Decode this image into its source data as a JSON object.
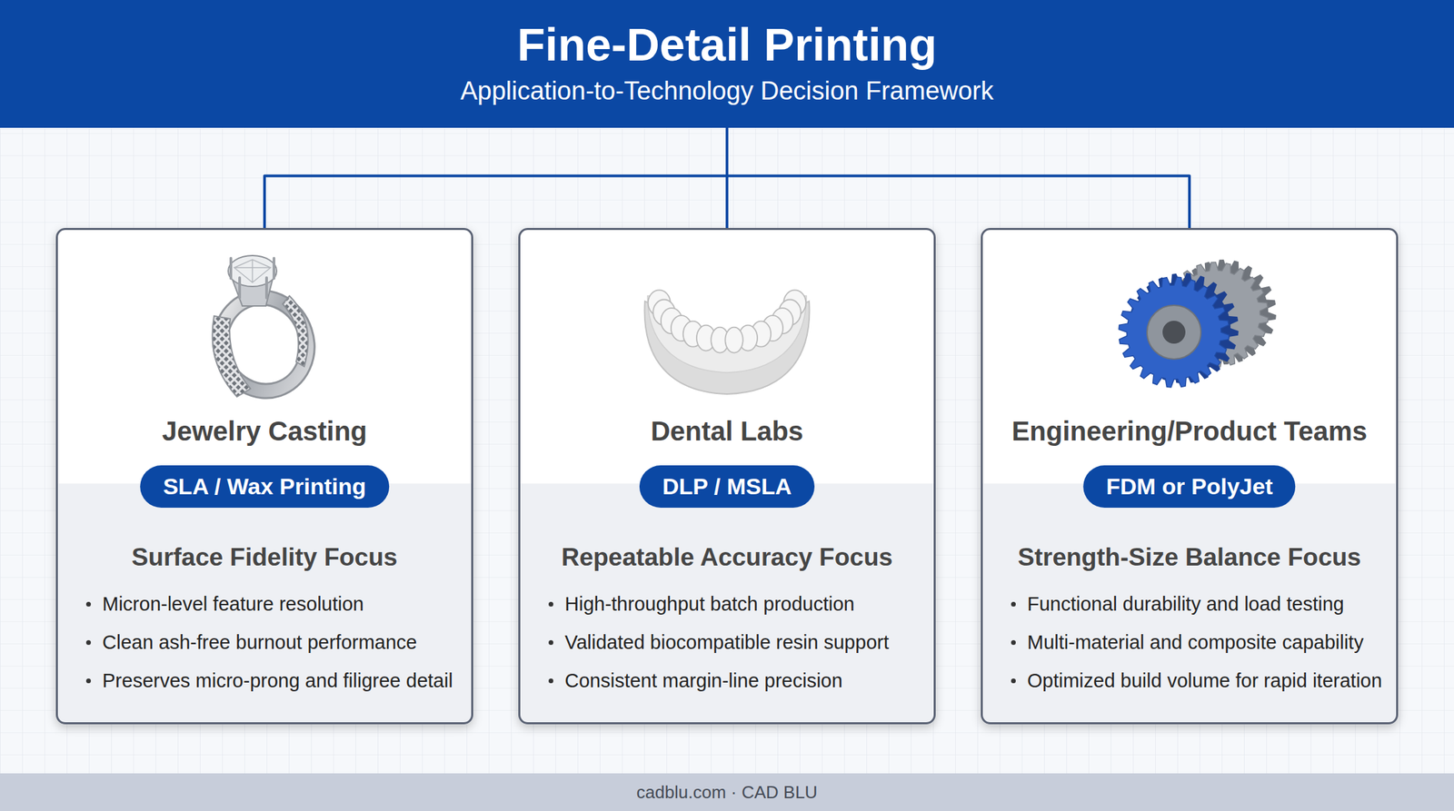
{
  "diagram": {
    "nodes": [
      {
        "text": [
          "Fine-Detail Printing",
          "Application-to-Technology Decision Framework"
        ]
      },
      {
        "text": [
          "Jewelry Casting",
          "Surface Fidelity Focus",
          "Micron-level feature resolution",
          "Clean ash-free burnout performance",
          "Preserves micro-prong and filigree detail"
        ]
      },
      {
        "text": [
          "SLA / Wax Printing"
        ],
        "in": 1
      },
      {
        "text": [
          "Dental Labs",
          "Repeatable Accuracy Focus",
          "High-throughput batch production",
          "Validated biocompatible resin support",
          "Consistent margin-line precision"
        ]
      },
      {
        "text": [
          "DLP / MSLA"
        ],
        "in": 3
      },
      {
        "text": [
          "Engineering/Product Teams",
          "Strength-Size Balance Focus",
          "Functional durability and load testing",
          "Multi-material and composite capability",
          "Optimized build volume for rapid iteration"
        ]
      },
      {
        "text": [
          "FDM or PolyJet"
        ],
        "in": 5
      },
      {
        "text": [
          "cadblu.com · CAD BLU"
        ]
      }
    ],
    "edges": [
      {
        "from": 0,
        "to": 1,
        "arrow": "none"
      },
      {
        "from": 0,
        "to": 3,
        "arrow": "none"
      },
      {
        "from": 0,
        "to": 5,
        "arrow": "none"
      }
    ]
  }
}
